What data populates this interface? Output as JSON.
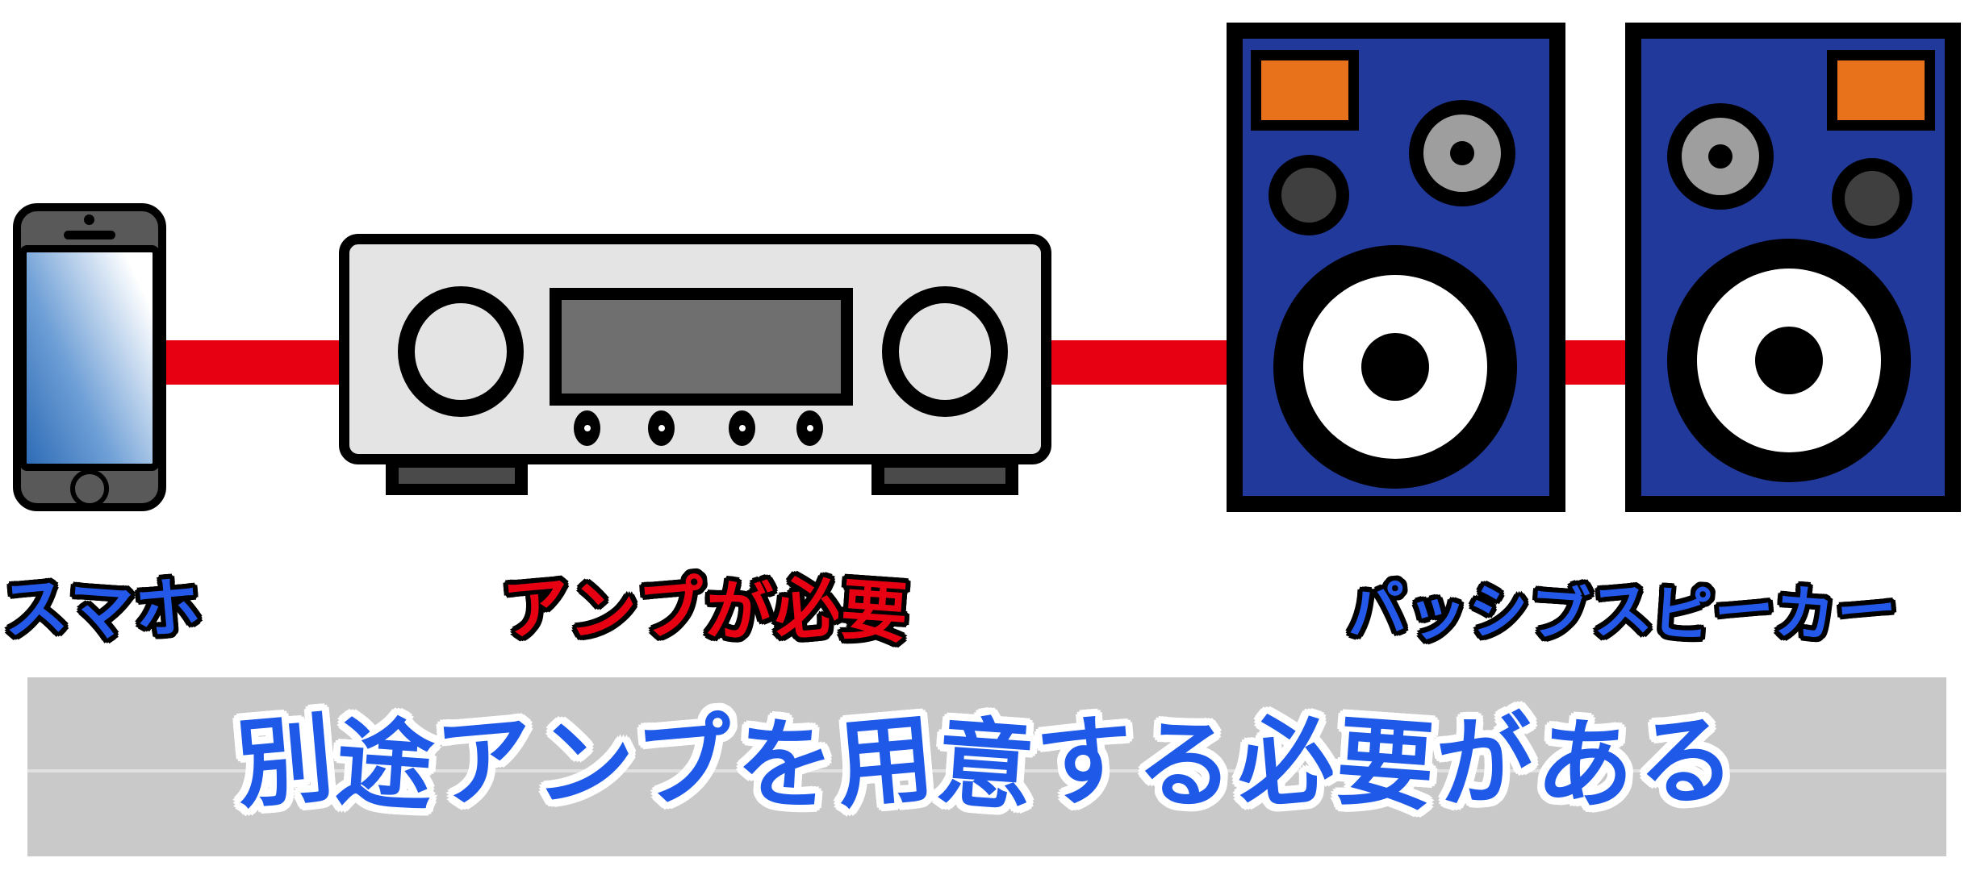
{
  "illustration": {
    "smartphone": {
      "label": "スマホ"
    },
    "amplifier": {
      "label": "アンプが必要"
    },
    "passive_speakers": {
      "label": "パッシブスピーカー"
    }
  },
  "banner": {
    "text": "別途アンプを用意する必要がある"
  },
  "colors": {
    "cable_red": "#e60012",
    "speaker_cabinet_blue": "#21399b",
    "bass_port_orange": "#e8711c",
    "caption_blue": "#2458e8",
    "caption_red": "#e60012",
    "banner_background_gray": "#c9c9c9",
    "banner_text_blue": "#1e59e8",
    "amp_body_gray": "#e4e4e4",
    "amp_display_gray": "#6f6f6f",
    "phone_body_gray": "#595959"
  }
}
